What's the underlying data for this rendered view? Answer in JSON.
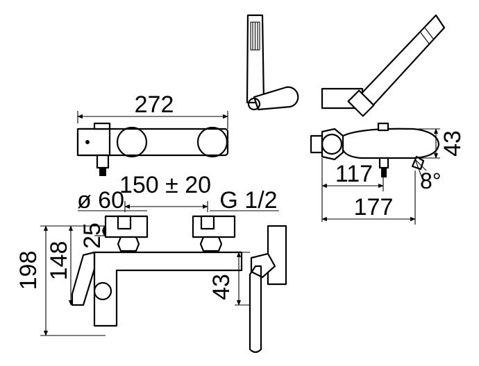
{
  "dimensions": {
    "overall_width": "272",
    "height_total": "198",
    "height_outlet": "148",
    "height_body": "43",
    "height_connection": "25",
    "center_distance": "150 ± 20",
    "escutcheon_diameter": "ø 60",
    "thread": "G 1/2",
    "projection_short": "117",
    "projection_long": "177",
    "side_height": "43",
    "tilt_angle": "8°"
  }
}
